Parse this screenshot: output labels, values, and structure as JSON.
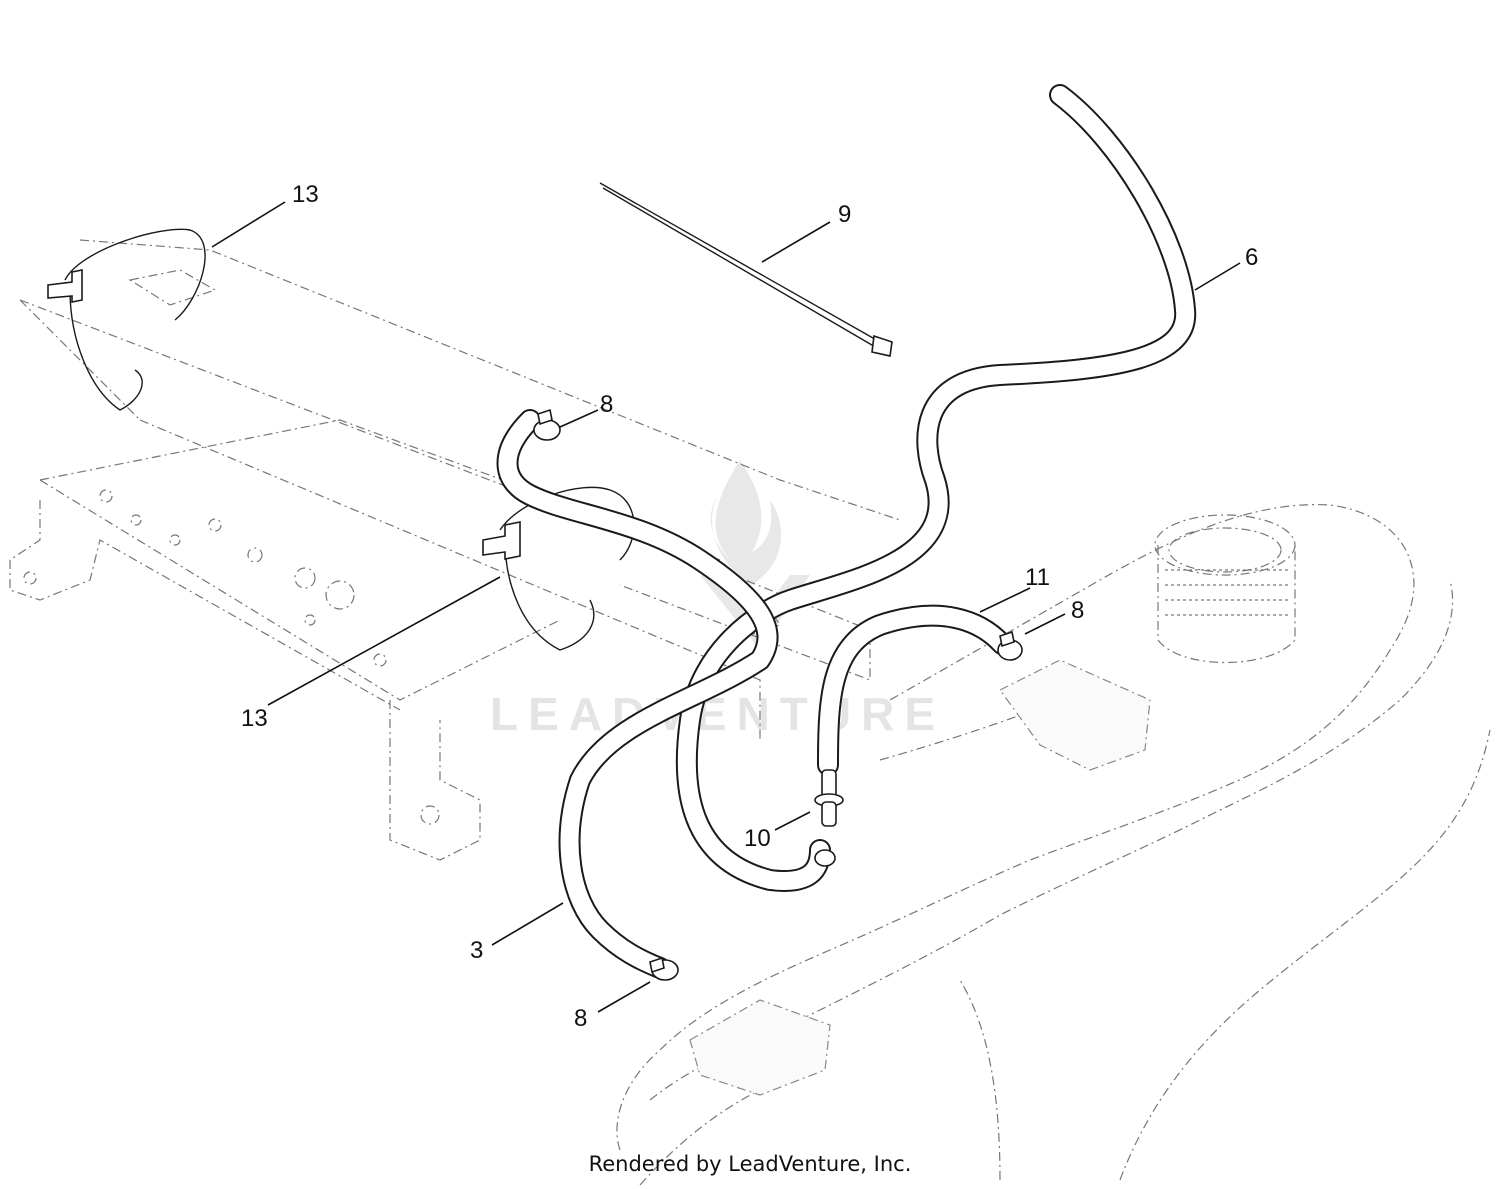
{
  "callouts": {
    "c13_top": "13",
    "c9": "9",
    "c6": "6",
    "c8_upper": "8",
    "c11": "11",
    "c8_right": "8",
    "c13_lower": "13",
    "c10": "10",
    "c3": "3",
    "c8_bottom": "8"
  },
  "watermark": "LEADVENTURE",
  "footer": "Rendered by LeadVenture, Inc."
}
